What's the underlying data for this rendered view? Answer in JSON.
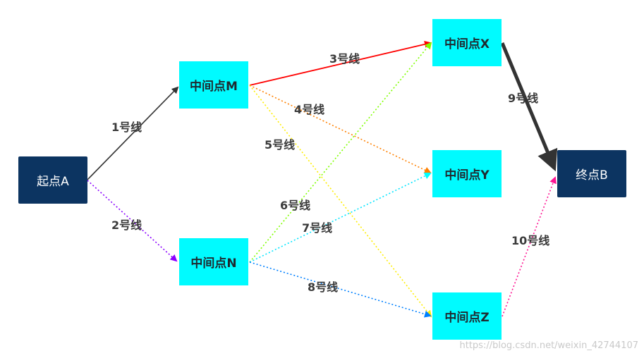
{
  "nodes": {
    "start_a": "起点A",
    "mid_m": "中间点M",
    "mid_n": "中间点N",
    "mid_x": "中间点X",
    "mid_y": "中间点Y",
    "mid_z": "中间点Z",
    "end_b": "终点B"
  },
  "edges": [
    {
      "id": "line1",
      "label": "1号线",
      "from": "start_a",
      "to": "mid_m",
      "color": "#333333",
      "style": "solid"
    },
    {
      "id": "line2",
      "label": "2号线",
      "from": "start_a",
      "to": "mid_n",
      "color": "#8b00ff",
      "style": "dotted"
    },
    {
      "id": "line3",
      "label": "3号线",
      "from": "mid_m",
      "to": "mid_x",
      "color": "#ff0000",
      "style": "solid"
    },
    {
      "id": "line4",
      "label": "4号线",
      "from": "mid_m",
      "to": "mid_y",
      "color": "#ff8000",
      "style": "dotted"
    },
    {
      "id": "line5",
      "label": "5号线",
      "from": "mid_m",
      "to": "mid_z",
      "color": "#ffff00",
      "style": "dotted"
    },
    {
      "id": "line6",
      "label": "6号线",
      "from": "mid_n",
      "to": "mid_x",
      "color": "#80ff00",
      "style": "dotted"
    },
    {
      "id": "line7",
      "label": "7号线",
      "from": "mid_n",
      "to": "mid_y",
      "color": "#00ffff",
      "style": "dotted"
    },
    {
      "id": "line8",
      "label": "8号线",
      "from": "mid_n",
      "to": "mid_z",
      "color": "#0080ff",
      "style": "dotted"
    },
    {
      "id": "line9",
      "label": "9号线",
      "from": "mid_x",
      "to": "end_b",
      "color": "#333333",
      "style": "thick"
    },
    {
      "id": "line10",
      "label": "10号线",
      "from": "mid_z",
      "to": "end_b",
      "color": "#ff1493",
      "style": "dotted"
    }
  ],
  "watermark": "https://blog.csdn.net/weixin_42744107"
}
